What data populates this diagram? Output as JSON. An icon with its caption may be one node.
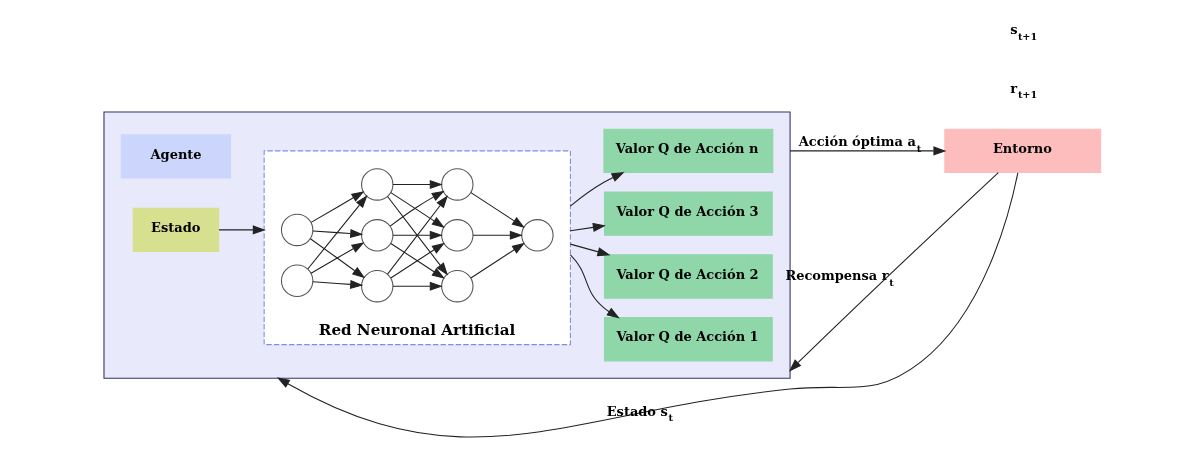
{
  "diagram": {
    "nodes": [
      {
        "text": [],
        "shape": "box"
      },
      {
        "text": [
          "Agente"
        ],
        "in": 0
      },
      {
        "text": [
          "Estado"
        ],
        "in": 0
      },
      {
        "text": [
          "Red Neuronal Artificial"
        ],
        "in": 0
      },
      {
        "text": [],
        "shape": "circle",
        "in": 3
      },
      {
        "text": [],
        "shape": "circle",
        "in": 3
      },
      {
        "text": [],
        "shape": "circle",
        "in": 3
      },
      {
        "text": [],
        "shape": "circle",
        "in": 3
      },
      {
        "text": [],
        "shape": "circle",
        "in": 3
      },
      {
        "text": [],
        "shape": "circle",
        "in": 3
      },
      {
        "text": [],
        "shape": "circle",
        "in": 3
      },
      {
        "text": [],
        "shape": "circle",
        "in": 3
      },
      {
        "text": [],
        "shape": "circle",
        "in": 3
      },
      {
        "text": [
          "Valor Q de Acción 1"
        ],
        "in": 0
      },
      {
        "text": [
          "Valor Q de Acción 2"
        ],
        "in": 0
      },
      {
        "text": [
          "Valor Q de Acción 3"
        ],
        "in": 0
      },
      {
        "text": [
          "Valor Q de Acción n"
        ],
        "in": 0
      },
      {
        "text": [
          "Entorno"
        ]
      }
    ],
    "edges": [
      {
        "from": 2,
        "to": 3,
        "arrow": "to"
      },
      {
        "from": 4,
        "to": 6,
        "arrow": "to"
      },
      {
        "from": 4,
        "to": 7,
        "arrow": "to"
      },
      {
        "from": 4,
        "to": 8,
        "arrow": "to"
      },
      {
        "from": 5,
        "to": 6,
        "arrow": "to"
      },
      {
        "from": 5,
        "to": 7,
        "arrow": "to"
      },
      {
        "from": 5,
        "to": 8,
        "arrow": "to"
      },
      {
        "from": 6,
        "to": 9,
        "arrow": "to"
      },
      {
        "from": 6,
        "to": 10,
        "arrow": "to"
      },
      {
        "from": 6,
        "to": 11,
        "arrow": "to"
      },
      {
        "from": 7,
        "to": 9,
        "arrow": "to"
      },
      {
        "from": 7,
        "to": 10,
        "arrow": "to"
      },
      {
        "from": 7,
        "to": 11,
        "arrow": "to"
      },
      {
        "from": 8,
        "to": 9,
        "arrow": "to"
      },
      {
        "from": 8,
        "to": 10,
        "arrow": "to"
      },
      {
        "from": 8,
        "to": 11,
        "arrow": "to"
      },
      {
        "from": 9,
        "to": 12,
        "arrow": "to"
      },
      {
        "from": 10,
        "to": 12,
        "arrow": "to"
      },
      {
        "from": 11,
        "to": 12,
        "arrow": "to"
      },
      {
        "from": 3,
        "to": 13,
        "arrow": "to"
      },
      {
        "from": 3,
        "to": 14,
        "arrow": "to"
      },
      {
        "from": 3,
        "to": 15,
        "arrow": "to"
      },
      {
        "from": 3,
        "to": 16,
        "arrow": "to"
      },
      {
        "from": 0,
        "to": 17,
        "label": "Acción óptima a$_{t}$",
        "arrow": "to"
      },
      {
        "from": 17,
        "to": 0,
        "label": "Recompensa r$_{t}$",
        "arrow": "to"
      },
      {
        "from": 17,
        "to": 0,
        "label": "Estado s$_{t}$",
        "arrow": "to"
      }
    ],
    "labels": [
      "r$_{t+1}$",
      "s$_{t+1}$"
    ]
  }
}
